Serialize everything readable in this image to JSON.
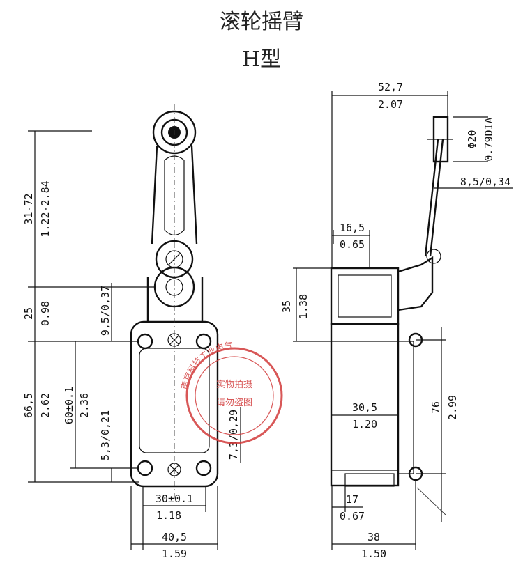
{
  "header": {
    "title": "滚轮摇臂",
    "subtitle": "H型"
  },
  "front_view": {
    "dims": {
      "arm_mm": "31-72",
      "arm_in": "1.22-2.84",
      "d25_mm": "25",
      "d25_in": "0.98",
      "d66_mm": "66,5",
      "d66_in": "2.62",
      "d60": "60±0.1",
      "d60_in": "2.36",
      "d95": "9,5/0,37",
      "d53": "5,3/0,21",
      "d73": "7,3/0,29",
      "w30": "30±0.1",
      "w30_in": "1.18",
      "w405": "40,5",
      "w405_in": "1.59"
    }
  },
  "side_view": {
    "dims": {
      "d527": "52,7",
      "d527_in": "2.07",
      "roller_dia": "Φ20",
      "roller_dia_in": "0.79DIA",
      "d85": "8,5/0,34",
      "d165": "16,5",
      "d165_in": "0.65",
      "d35": "35",
      "d35_in": "1.38",
      "d305": "30,5",
      "d305_in": "1.20",
      "d76": "76",
      "d76_in": "2.99",
      "d17": "17",
      "d17_in": "0.67",
      "d38": "38",
      "d38_in": "1.50"
    }
  },
  "stamp": {
    "ring_text": "南京科技工业电气",
    "line1": "实物拍摄",
    "line2": "请勿盗图",
    "color": "#d23a3a"
  }
}
